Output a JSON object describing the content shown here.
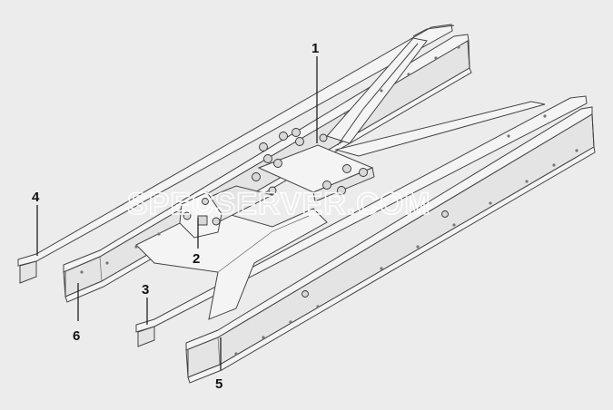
{
  "watermark": "SPECSERVER.COM",
  "callouts": [
    {
      "id": "1",
      "label": "1"
    },
    {
      "id": "2",
      "label": "2"
    },
    {
      "id": "3",
      "label": "3"
    },
    {
      "id": "4",
      "label": "4"
    },
    {
      "id": "5",
      "label": "5"
    },
    {
      "id": "6",
      "label": "6"
    }
  ],
  "colors": {
    "background": "#ececec",
    "line": "#444444",
    "label": "#111111"
  }
}
